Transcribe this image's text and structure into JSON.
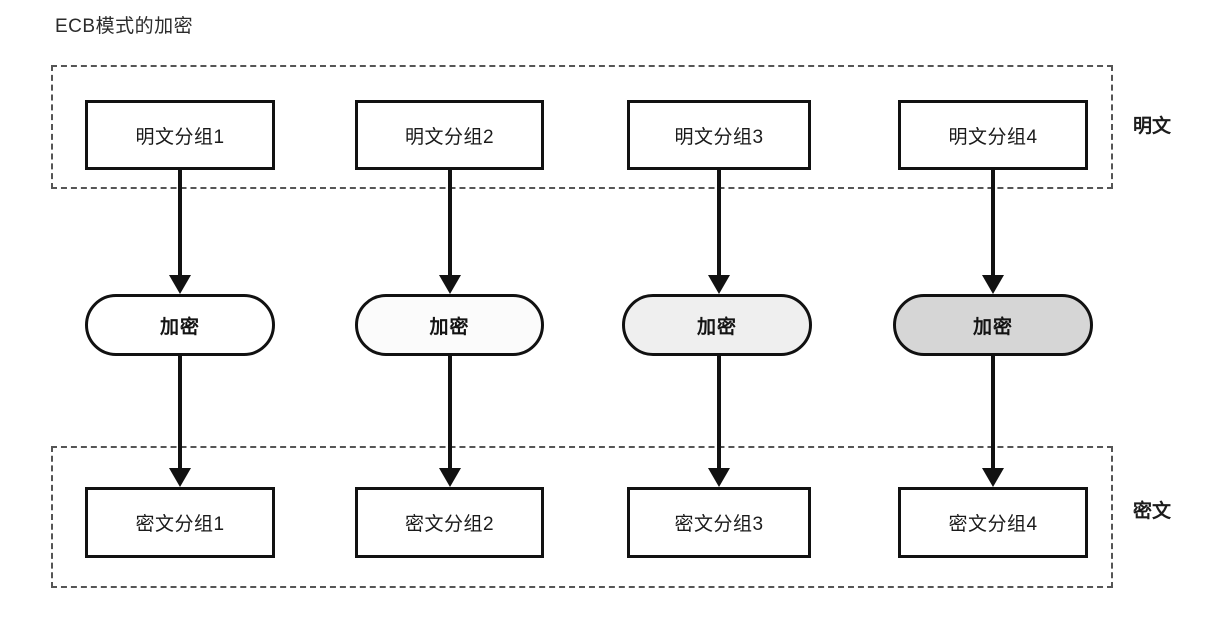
{
  "title": "ECB模式的加密",
  "groups": {
    "plaintext": {
      "label": "明文"
    },
    "ciphertext": {
      "label": "密文"
    }
  },
  "columns": [
    {
      "plaintext_block": "明文分组1",
      "encrypt_label": "加密",
      "encrypt_fill": "#ffffff",
      "ciphertext_block": "密文分组1"
    },
    {
      "plaintext_block": "明文分组2",
      "encrypt_label": "加密",
      "encrypt_fill": "#fbfbfb",
      "ciphertext_block": "密文分组2"
    },
    {
      "plaintext_block": "明文分组3",
      "encrypt_label": "加密",
      "encrypt_fill": "#efefef",
      "ciphertext_block": "密文分组3"
    },
    {
      "plaintext_block": "明文分组4",
      "encrypt_label": "加密",
      "encrypt_fill": "#d6d6d6",
      "ciphertext_block": "密文分组4"
    }
  ],
  "colors": {
    "stroke": "#111111",
    "dashed_border": "#555555",
    "background": "#ffffff",
    "text": "#1a1a1a"
  }
}
